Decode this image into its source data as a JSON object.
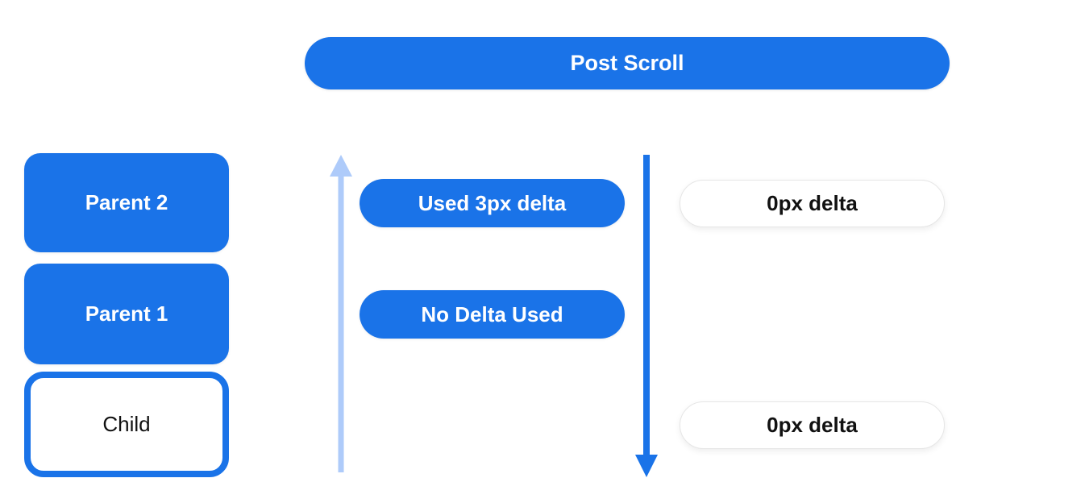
{
  "title": {
    "label": "Post Scroll"
  },
  "colors": {
    "primary_blue": "#1a73e8",
    "light_blue": "#aecbfa",
    "pill_border": "#e6e6e6",
    "text_dark": "#111111",
    "text_light": "#ffffff"
  },
  "stack": {
    "items": [
      {
        "label": "Parent 2",
        "type": "parent"
      },
      {
        "label": "Parent 1",
        "type": "parent"
      },
      {
        "label": "Child",
        "type": "child"
      }
    ]
  },
  "middle": {
    "pills": [
      {
        "label": "Used 3px delta"
      },
      {
        "label": "No Delta Used"
      }
    ]
  },
  "right": {
    "pills": [
      {
        "label": "0px delta"
      },
      {
        "label": "0px delta"
      }
    ]
  },
  "arrows": {
    "up": {
      "direction": "up",
      "color": "#aecbfa"
    },
    "down": {
      "direction": "down",
      "color": "#1a73e8"
    }
  }
}
